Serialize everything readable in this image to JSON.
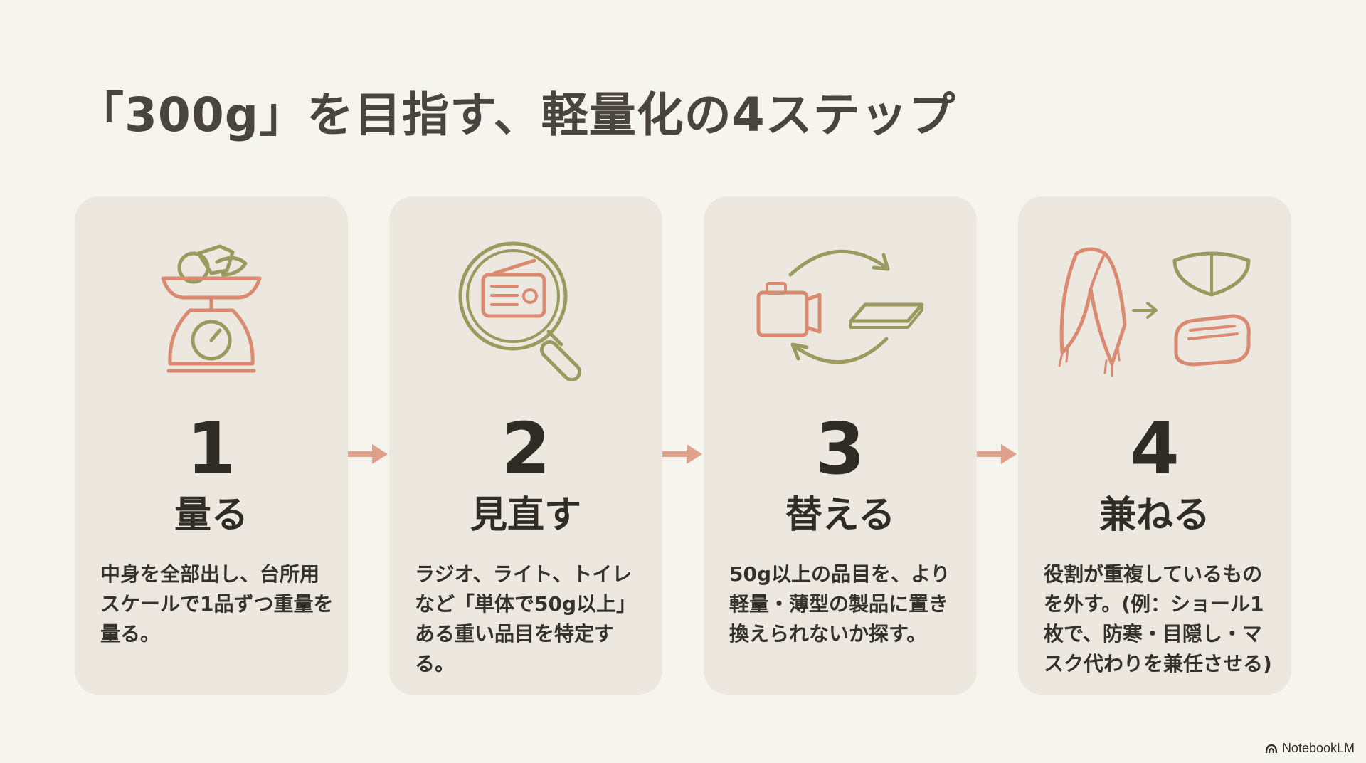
{
  "title": "「300g」を目指す、軽量化の4ステップ",
  "colors": {
    "background": "#f6f4ef",
    "card": "#ece8e0",
    "accent_terracotta": "#d98a70",
    "accent_olive": "#9a9a5e",
    "arrow": "#e0a08a"
  },
  "steps": [
    {
      "number": "1",
      "label": "量る",
      "description": "中身を全部出し、台所用スケールで1品ずつ重量を量る。",
      "icon": "kitchen-scale-icon"
    },
    {
      "number": "2",
      "label": "見直す",
      "description": "ラジオ、ライト、トイレなど「単体で50g以上」ある重い品目を特定する。",
      "icon": "magnifier-radio-icon"
    },
    {
      "number": "3",
      "label": "替える",
      "description": "50g以上の品目を、より軽量・薄型の製品に置き換えられないか探す。",
      "icon": "replace-cycle-icon"
    },
    {
      "number": "4",
      "label": "兼ねる",
      "description": "役割が重複しているものを外す。(例：ショール1枚で、防寒・目隠し・マスク代わりを兼任させる)",
      "icon": "shawl-mask-towel-icon"
    }
  ],
  "footer": {
    "brand": "NotebookLM"
  }
}
